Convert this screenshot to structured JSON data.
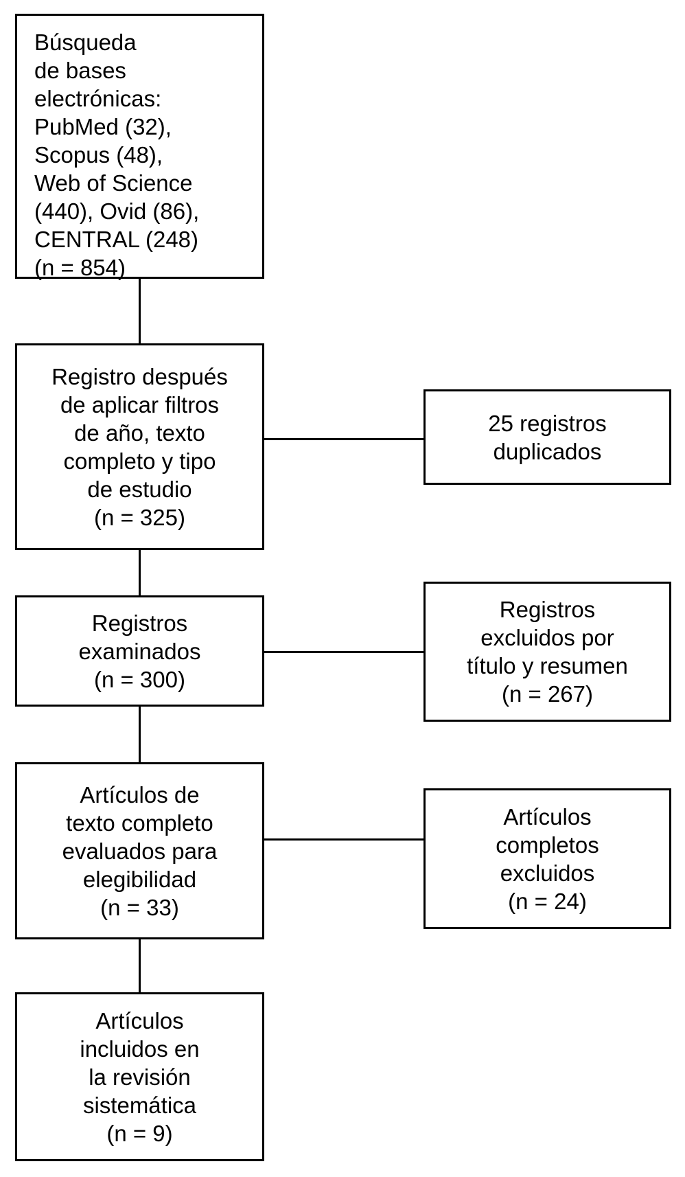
{
  "diagram": {
    "type": "prisma-flowchart",
    "language": "es",
    "background_color": "#ffffff",
    "line_color": "#000000",
    "boxes": [
      {
        "id": "database-search",
        "text": "Búsqueda\nde bases\nelectrónicas:\nPubMed (32),\nScopus (48),\nWeb of Science\n(440), Ovid (86),\nCENTRAL (248)\n(n = 854)",
        "n": 854,
        "sources": [
          {
            "name": "PubMed",
            "count": 32
          },
          {
            "name": "Scopus",
            "count": 48
          },
          {
            "name": "Web of Science",
            "count": 440
          },
          {
            "name": "Ovid",
            "count": 86
          },
          {
            "name": "CENTRAL",
            "count": 248
          }
        ],
        "column": "main",
        "align": "left"
      },
      {
        "id": "after-filters",
        "text": "Registro después\nde aplicar filtros\nde año, texto\ncompleto y tipo\nde estudio\n(n = 325)",
        "n": 325,
        "column": "main",
        "align": "center"
      },
      {
        "id": "records-screened",
        "text": "Registros\nexaminados\n(n = 300)",
        "n": 300,
        "column": "main",
        "align": "center"
      },
      {
        "id": "fulltext-assessed",
        "text": "Artículos de\ntexto completo\nevaluados para\nelegibilidad\n(n = 33)",
        "n": 33,
        "column": "main",
        "align": "center"
      },
      {
        "id": "included-review",
        "text": "Artículos\nincluidos en\nla revisión\nsistemática\n(n = 9)",
        "n": 9,
        "column": "main",
        "align": "center"
      },
      {
        "id": "duplicates-removed",
        "text": "25 registros\nduplicados",
        "n": 25,
        "column": "side",
        "align": "center"
      },
      {
        "id": "excluded-title-abstract",
        "text": "Registros\nexcluidos por\ntítulo y resumen\n(n = 267)",
        "n": 267,
        "column": "side",
        "align": "center"
      },
      {
        "id": "fulltext-excluded",
        "text": "Artículos\ncompletos\nexcluidos\n(n = 24)",
        "n": 24,
        "column": "side",
        "align": "center"
      }
    ],
    "edges": [
      {
        "from": "database-search",
        "to": "after-filters",
        "direction": "down"
      },
      {
        "from": "after-filters",
        "to": "records-screened",
        "direction": "down"
      },
      {
        "from": "records-screened",
        "to": "fulltext-assessed",
        "direction": "down"
      },
      {
        "from": "fulltext-assessed",
        "to": "included-review",
        "direction": "down"
      },
      {
        "from": "after-filters",
        "to": "duplicates-removed",
        "direction": "right"
      },
      {
        "from": "records-screened",
        "to": "excluded-title-abstract",
        "direction": "right"
      },
      {
        "from": "fulltext-assessed",
        "to": "fulltext-excluded",
        "direction": "right"
      }
    ]
  }
}
